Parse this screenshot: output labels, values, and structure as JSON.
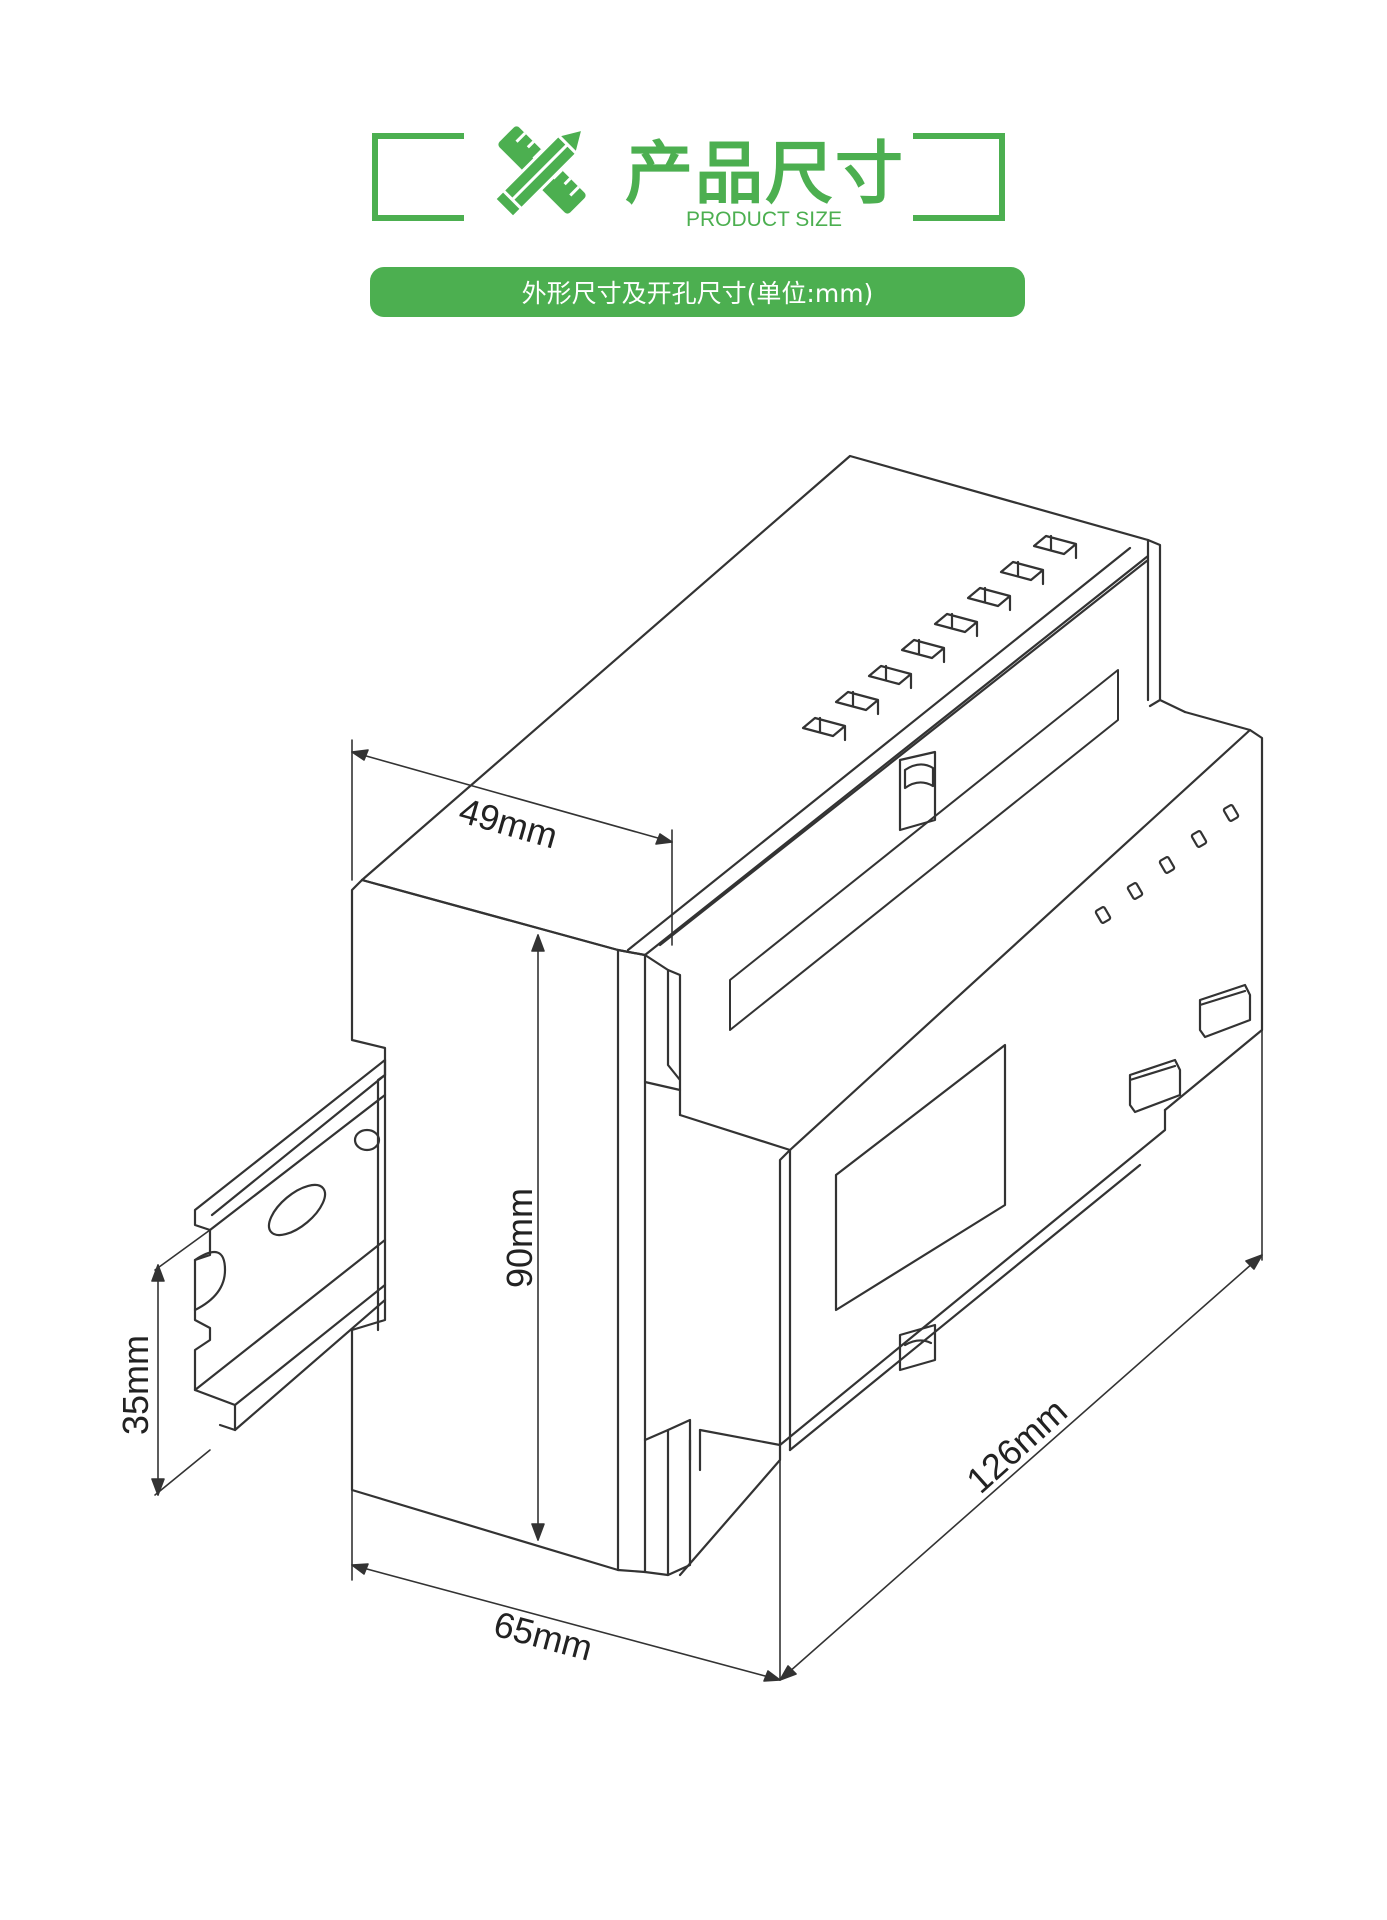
{
  "header": {
    "title_cn": "产品尺寸",
    "title_en": "PRODUCT SIZE",
    "subtitle": "外形尺寸及开孔尺寸(单位:mm)"
  },
  "dimensions": {
    "depth": "49mm",
    "height": "90mm",
    "rail": "35mm",
    "front_width": "65mm",
    "length": "126mm"
  },
  "colors": {
    "accent": "#4caf50",
    "line": "#333333"
  },
  "icons": [
    "pencil-ruler-cross-icon"
  ]
}
